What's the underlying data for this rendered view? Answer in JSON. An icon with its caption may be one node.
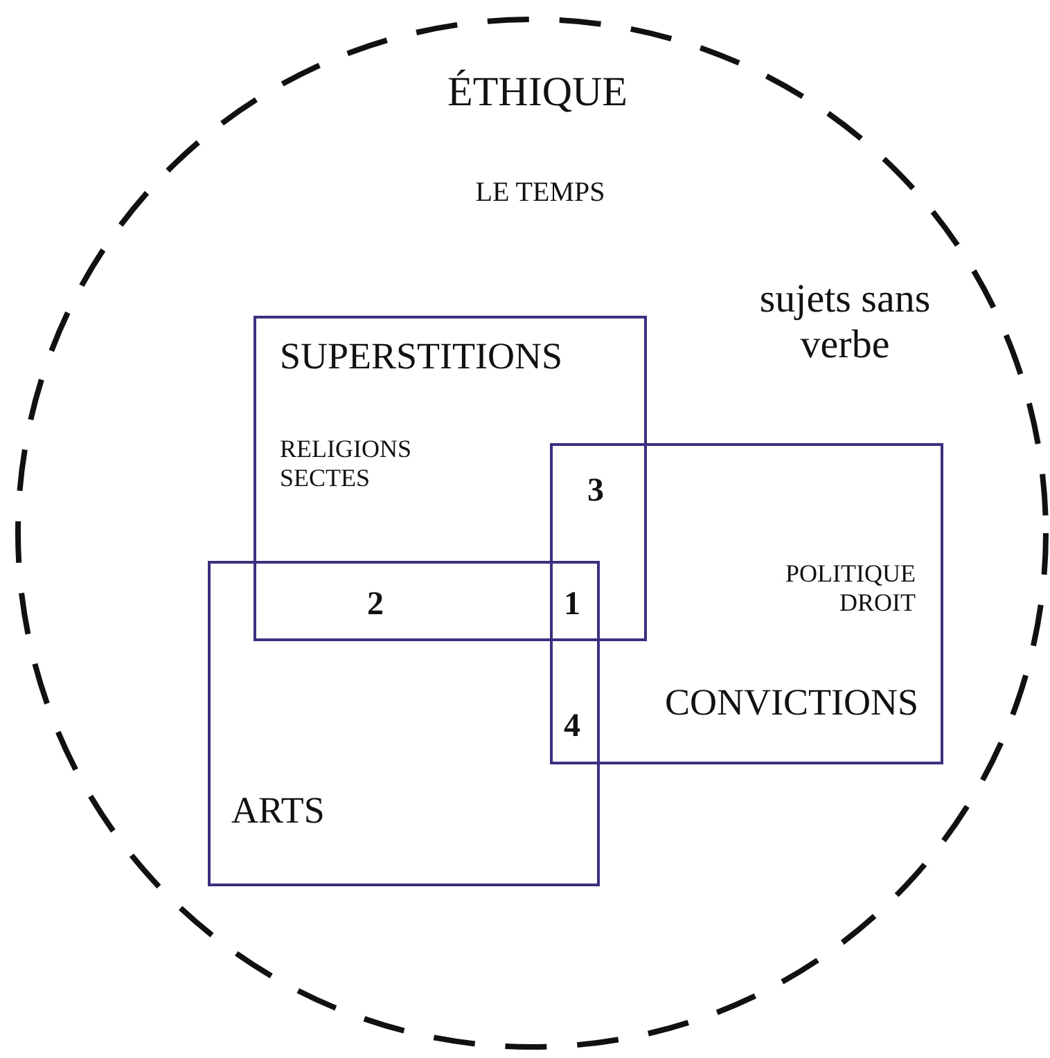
{
  "diagram": {
    "nodes": [
      {
        "text": [
          "ÉTHIQUE",
          "LE TEMPS",
          "sujets sans verbe"
        ]
      },
      {
        "text": [
          "SUPERSTITIONS",
          "RELIGIONS SECTES"
        ],
        "in": 0
      },
      {
        "text": [
          "POLITIQUE DROIT",
          "CONVICTIONS"
        ],
        "in": 0
      },
      {
        "text": [
          "ARTS"
        ],
        "in": 0
      }
    ],
    "edges": [],
    "labels": [
      "3",
      "2",
      "1",
      "4"
    ]
  }
}
